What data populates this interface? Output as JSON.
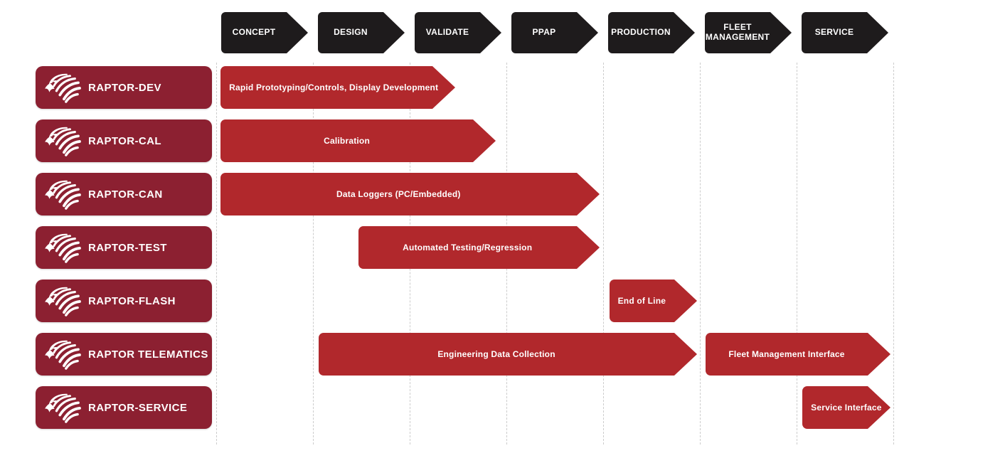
{
  "colors": {
    "arrow": "#1E1B1C",
    "maroon": "#8C2031",
    "bar": "#B1282C",
    "grid": "#CCCCCC",
    "text": "#FFFFFF"
  },
  "icons": {
    "logo": "eagle-head"
  },
  "phases": [
    "CONCEPT",
    "DESIGN",
    "VALIDATE",
    "PPAP",
    "PRODUCTION",
    "FLEET MANAGEMENT",
    "SERVICE"
  ],
  "rows": [
    {
      "product": "RAPTOR-DEV",
      "bars": [
        {
          "label": "Rapid Prototyping/Controls, Display Development",
          "start": 0.045,
          "end": 2.47,
          "align": "left"
        }
      ]
    },
    {
      "product": "RAPTOR-CAL",
      "bars": [
        {
          "label": "Calibration",
          "start": 0.045,
          "end": 2.89,
          "align": "center"
        }
      ]
    },
    {
      "product": "RAPTOR-CAN",
      "bars": [
        {
          "label": "Data Loggers (PC/Embedded)",
          "start": 0.045,
          "end": 3.96,
          "align": "center"
        }
      ]
    },
    {
      "product": "RAPTOR-TEST",
      "bars": [
        {
          "label": "Automated Testing/Regression",
          "start": 1.47,
          "end": 3.96,
          "align": "center"
        }
      ]
    },
    {
      "product": "RAPTOR-FLASH",
      "bars": [
        {
          "label": "End of Line",
          "start": 4.065,
          "end": 4.97,
          "align": "center"
        }
      ]
    },
    {
      "product": "RAPTOR TELEMATICS",
      "bars": [
        {
          "label": "Engineering Data Collection",
          "start": 1.06,
          "end": 4.97,
          "align": "center"
        },
        {
          "label": "Fleet Management Interface",
          "start": 5.06,
          "end": 6.97,
          "align": "center"
        }
      ]
    },
    {
      "product": "RAPTOR-SERVICE",
      "bars": [
        {
          "label": "Service Interface",
          "start": 6.06,
          "end": 6.97,
          "align": "left"
        }
      ]
    }
  ]
}
